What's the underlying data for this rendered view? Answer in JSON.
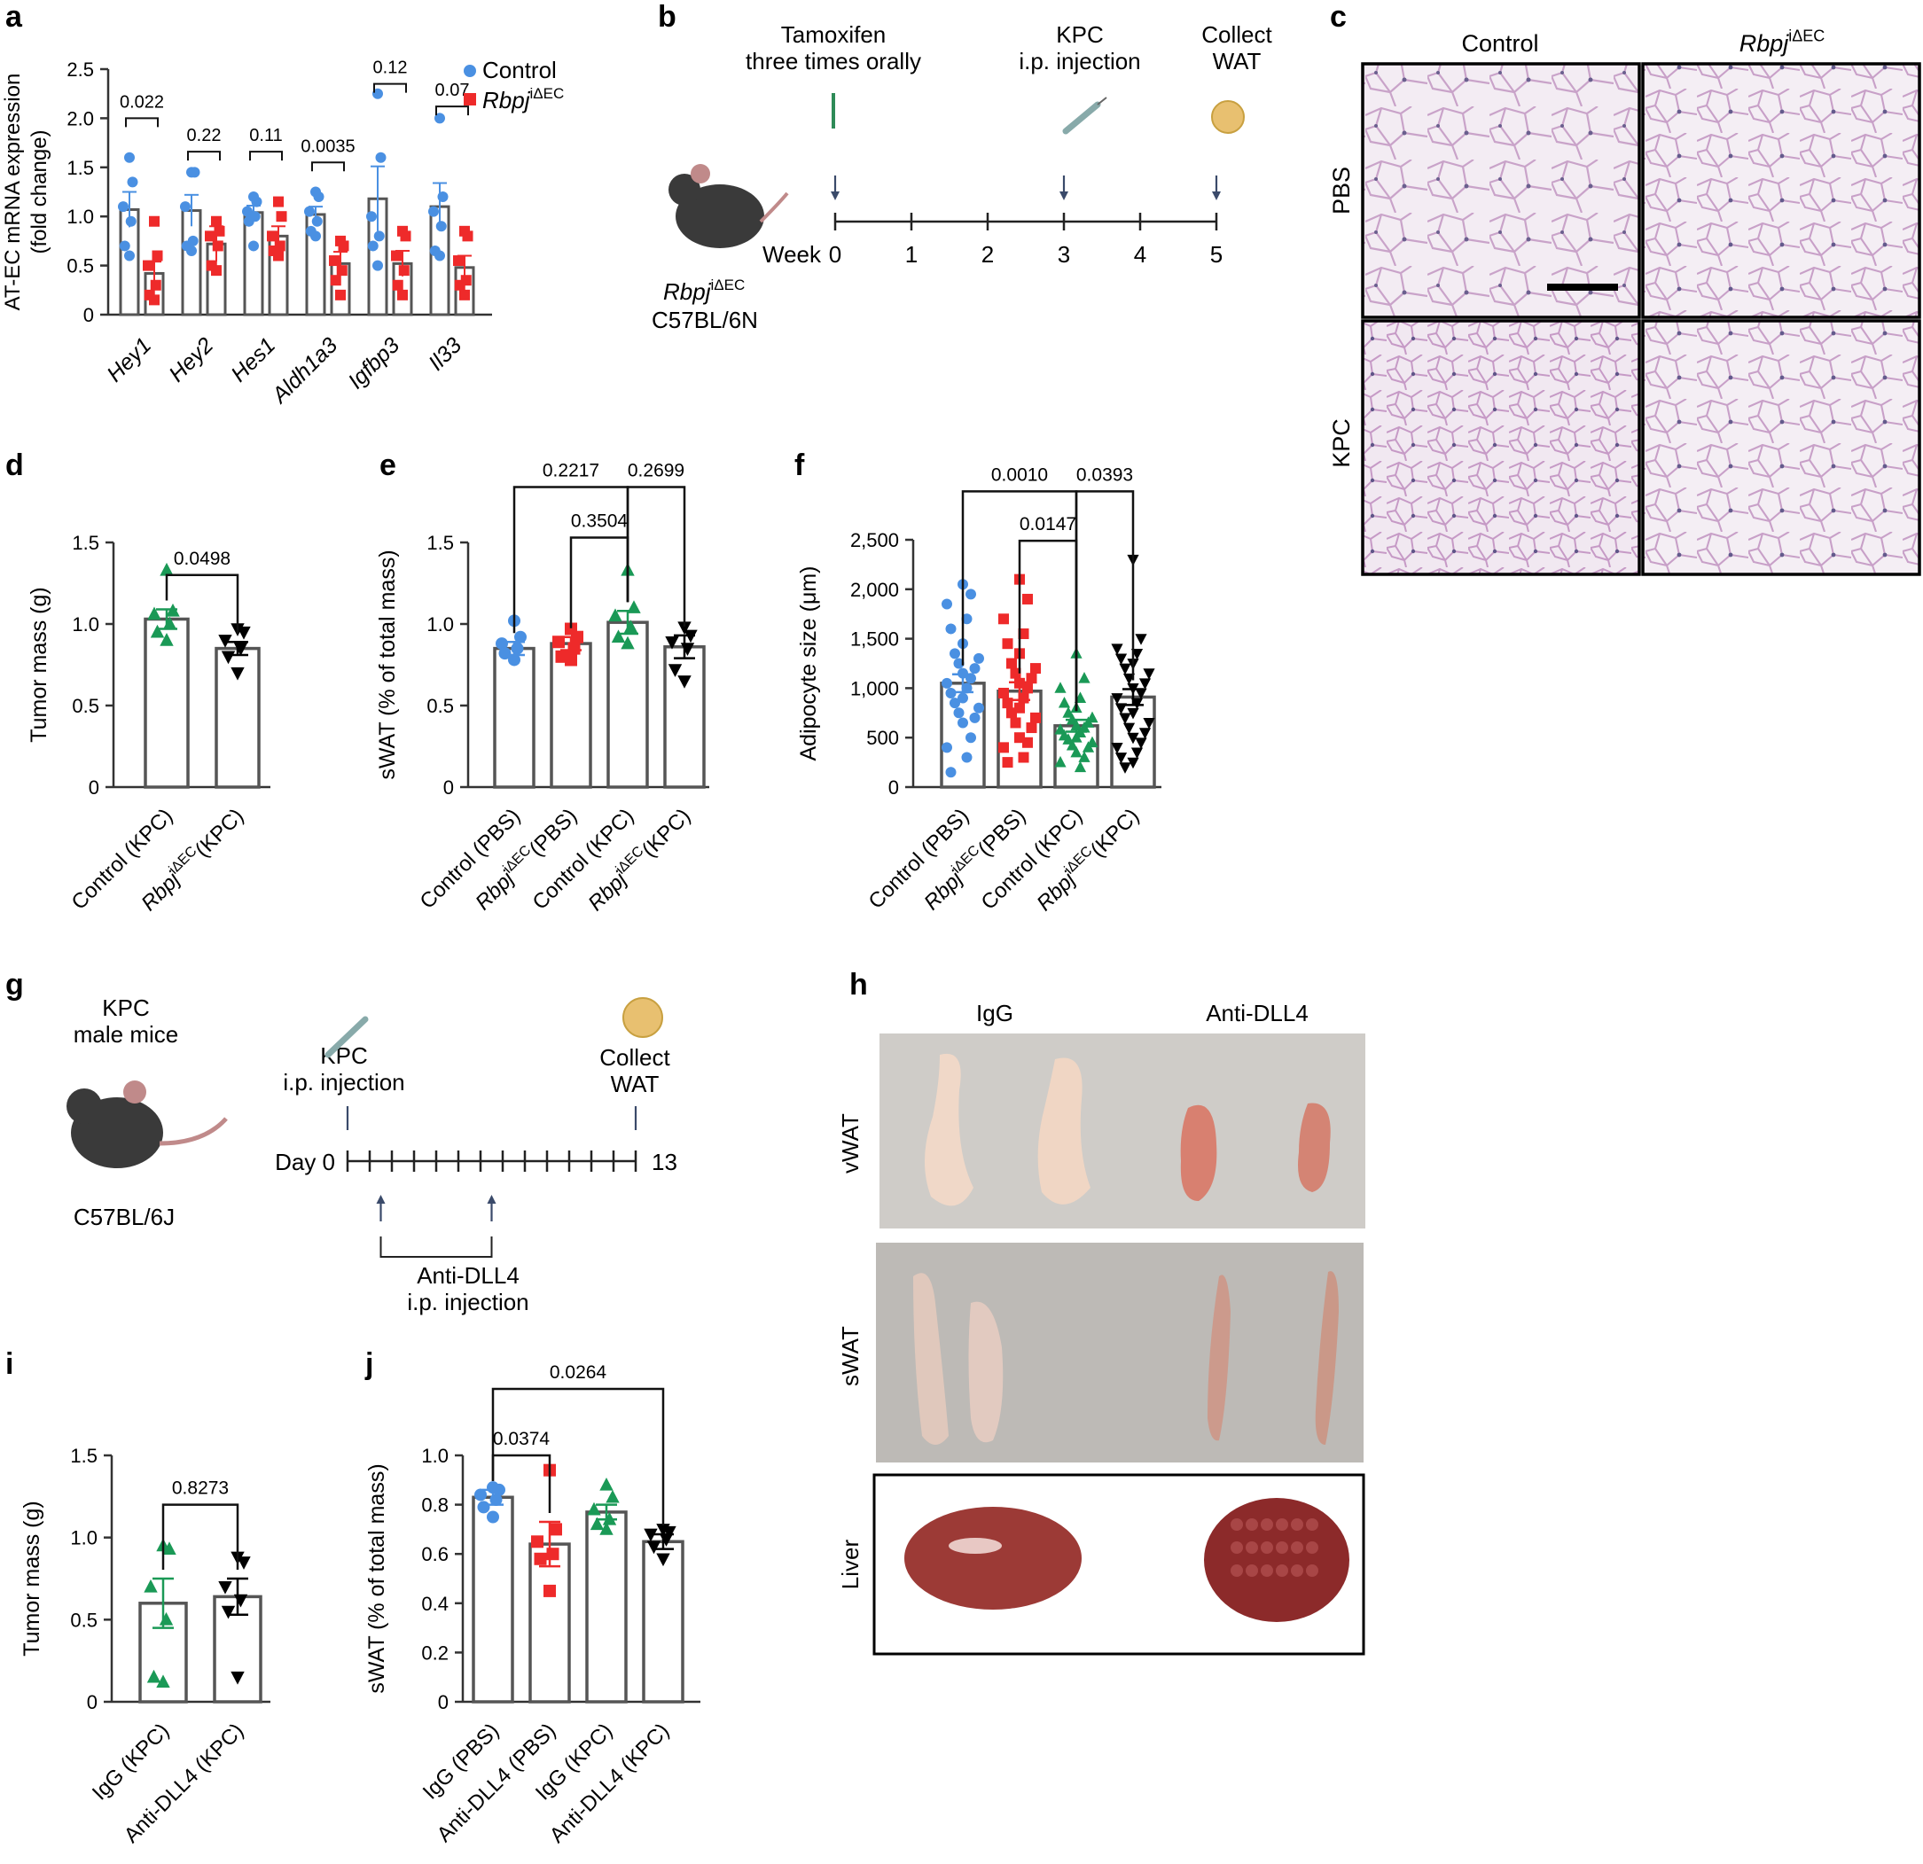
{
  "panel_letters": [
    "a",
    "b",
    "c",
    "d",
    "e",
    "f",
    "g",
    "h",
    "i",
    "j"
  ],
  "chart_data": [
    {
      "id": "a",
      "type": "bar",
      "ylabel_lines": [
        "AT-EC mRNA expression",
        "(fold change)"
      ],
      "ylim": [
        0,
        2.5
      ],
      "yticks": [
        0,
        0.5,
        1.0,
        1.5,
        2.0,
        2.5
      ],
      "yticklabels": [
        "0",
        "0.5",
        "1.0",
        "1.5",
        "2.0",
        "2.5"
      ],
      "categories": [
        "Hey1",
        "Hey2",
        "Hes1",
        "Aldh1a3",
        "Igfbp3",
        "Il33"
      ],
      "series": [
        {
          "name": "Control",
          "color": "#4a90e2",
          "marker": "circle",
          "values": [
            1.07,
            1.06,
            1.04,
            1.02,
            1.18,
            1.1
          ],
          "errors": [
            0.18,
            0.16,
            0.07,
            0.08,
            0.33,
            0.24
          ],
          "points": [
            [
              1.6,
              1.35,
              1.1,
              0.95,
              0.7,
              0.6
            ],
            [
              1.45,
              1.45,
              1.1,
              0.75,
              0.7,
              0.65
            ],
            [
              1.2,
              1.15,
              1.05,
              1.0,
              0.95,
              0.7
            ],
            [
              1.25,
              1.2,
              1.05,
              0.95,
              0.85,
              0.8
            ],
            [
              2.25,
              1.6,
              1.0,
              0.8,
              0.7,
              0.5
            ],
            [
              2.0,
              1.2,
              1.05,
              0.9,
              0.65,
              0.6
            ]
          ]
        },
        {
          "name": "Rbpj",
          "name_sup": "iΔEC",
          "color": "#ee2a2a",
          "marker": "square",
          "values": [
            0.42,
            0.72,
            0.8,
            0.52,
            0.52,
            0.48
          ],
          "errors": [
            0.12,
            0.18,
            0.1,
            0.12,
            0.13,
            0.12
          ],
          "points": [
            [
              0.95,
              0.6,
              0.5,
              0.3,
              0.2,
              0.15
            ],
            [
              0.95,
              0.85,
              0.8,
              0.7,
              0.5,
              0.45
            ],
            [
              1.15,
              1.0,
              0.8,
              0.7,
              0.65,
              0.6
            ],
            [
              0.75,
              0.7,
              0.55,
              0.45,
              0.35,
              0.2
            ],
            [
              0.85,
              0.8,
              0.6,
              0.45,
              0.3,
              0.2
            ],
            [
              0.85,
              0.8,
              0.55,
              0.35,
              0.3,
              0.2
            ]
          ]
        }
      ],
      "annotations": [
        {
          "text": "0.022",
          "cat": 0,
          "y": 2.0
        },
        {
          "text": "0.22",
          "cat": 1,
          "y": 1.66
        },
        {
          "text": "0.11",
          "cat": 2,
          "y": 1.66
        },
        {
          "text": "0.0035",
          "cat": 3,
          "y": 1.55
        },
        {
          "text": "0.12",
          "cat": 4,
          "y": 2.35
        },
        {
          "text": "0.07",
          "cat": 5,
          "y": 2.12
        }
      ]
    },
    {
      "id": "c",
      "type": "bar",
      "ylabel": "Tumor mass (g)",
      "ylim": [
        0,
        1.5
      ],
      "yticks": [
        0,
        0.5,
        1.0,
        1.5
      ],
      "yticklabels": [
        "0",
        "0.5",
        "1.0",
        "1.5"
      ],
      "categories": [
        "Control (KPC)",
        "Rbpj(KPC)"
      ],
      "bars": [
        {
          "value": 1.03,
          "error": 0.06,
          "color": "#1a9956",
          "marker": "triangle",
          "points": [
            1.33,
            1.08,
            1.06,
            1.0,
            0.95,
            0.9
          ]
        },
        {
          "value": 0.85,
          "error": 0.04,
          "color": "#000000",
          "marker": "triangle-down",
          "points": [
            0.97,
            0.95,
            0.9,
            0.85,
            0.8,
            0.7
          ]
        }
      ],
      "comparisons": [
        {
          "text": "0.0498",
          "from": 0,
          "to": 1,
          "y": 1.3
        }
      ]
    },
    {
      "id": "d",
      "type": "bar",
      "ylabel": "sWAT (% of total mass)",
      "ylim": [
        0,
        1.5
      ],
      "yticks": [
        0,
        0.5,
        1.0,
        1.5
      ],
      "yticklabels": [
        "0",
        "0.5",
        "1.0",
        "1.5"
      ],
      "categories": [
        "Control (PBS)",
        "Rbpj(PBS)",
        "Control (KPC)",
        "Rbpj(KPC)"
      ],
      "bars": [
        {
          "value": 0.85,
          "error": 0.04,
          "color": "#4a90e2",
          "marker": "circle",
          "points": [
            1.02,
            0.92,
            0.88,
            0.85,
            0.82,
            0.78
          ]
        },
        {
          "value": 0.88,
          "error": 0.04,
          "color": "#ee2a2a",
          "marker": "square",
          "points": [
            0.97,
            0.92,
            0.89,
            0.85,
            0.8,
            0.78
          ]
        },
        {
          "value": 1.01,
          "error": 0.07,
          "color": "#1a9956",
          "marker": "triangle",
          "points": [
            1.33,
            1.1,
            1.05,
            0.98,
            0.92,
            0.88
          ]
        },
        {
          "value": 0.86,
          "error": 0.07,
          "color": "#000000",
          "marker": "triangle-down",
          "points": [
            0.98,
            0.93,
            0.89,
            0.85,
            0.72,
            0.65
          ]
        }
      ],
      "comparisons": [
        {
          "text": "0.2217",
          "from": 0,
          "to": 2,
          "y": 1.84
        },
        {
          "text": "0.2699",
          "from": 2,
          "to": 3,
          "y": 1.84
        },
        {
          "text": "0.3504",
          "from": 1,
          "to": 2,
          "y": 1.53
        }
      ]
    },
    {
      "id": "e",
      "type": "bar",
      "ylabel": "Adipocyte size (μm)",
      "ylim": [
        0,
        2500
      ],
      "yticks": [
        0,
        500,
        1000,
        1500,
        2000,
        2500
      ],
      "yticklabels": [
        "0",
        "500",
        "1,000",
        "1,500",
        "2,000",
        "2,500"
      ],
      "categories": [
        "Control (PBS)",
        "Rbpj(PBS)",
        "Control (KPC)",
        "Rbpj(KPC)"
      ],
      "bars": [
        {
          "value": 1050,
          "error": 90,
          "color": "#4a90e2",
          "marker": "circle",
          "points": [
            2050,
            1950,
            1850,
            1700,
            1600,
            1450,
            1350,
            1300,
            1250,
            1200,
            1150,
            1100,
            1050,
            1000,
            950,
            900,
            850,
            800,
            750,
            700,
            650,
            500,
            400,
            300,
            150
          ]
        },
        {
          "value": 970,
          "error": 90,
          "color": "#ee2a2a",
          "marker": "square",
          "points": [
            2100,
            1900,
            1700,
            1550,
            1450,
            1350,
            1250,
            1200,
            1150,
            1100,
            1050,
            1000,
            950,
            900,
            850,
            800,
            750,
            700,
            650,
            600,
            500,
            450,
            400,
            300,
            250
          ]
        },
        {
          "value": 620,
          "error": 60,
          "color": "#1a9956",
          "marker": "triangle",
          "points": [
            1350,
            1100,
            1000,
            900,
            850,
            800,
            750,
            700,
            680,
            650,
            620,
            600,
            580,
            550,
            520,
            500,
            480,
            450,
            420,
            400,
            350,
            300,
            250,
            200
          ]
        },
        {
          "value": 910,
          "error": 80,
          "color": "#000000",
          "marker": "triangle-down",
          "points": [
            2300,
            1500,
            1400,
            1350,
            1300,
            1250,
            1200,
            1150,
            1100,
            1050,
            1000,
            950,
            900,
            850,
            800,
            750,
            700,
            650,
            600,
            550,
            500,
            450,
            400,
            350,
            300,
            250,
            200
          ]
        }
      ],
      "comparisons": [
        {
          "text": "0.0010",
          "from": 0,
          "to": 2,
          "y": 2990
        },
        {
          "text": "0.0393",
          "from": 2,
          "to": 3,
          "y": 2990
        },
        {
          "text": "0.0147",
          "from": 1,
          "to": 2,
          "y": 2490
        }
      ]
    },
    {
      "id": "h",
      "type": "bar",
      "ylabel": "Tumor mass (g)",
      "ylim": [
        0,
        1.5
      ],
      "yticks": [
        0,
        0.5,
        1.0,
        1.5
      ],
      "yticklabels": [
        "0",
        "0.5",
        "1.0",
        "1.5"
      ],
      "categories": [
        "IgG (KPC)",
        "Anti-DLL4 (KPC)"
      ],
      "bars": [
        {
          "value": 0.6,
          "error": 0.15,
          "color": "#1a9956",
          "marker": "triangle",
          "points": [
            0.95,
            0.93,
            0.7,
            0.5,
            0.15,
            0.12
          ]
        },
        {
          "value": 0.64,
          "error": 0.11,
          "color": "#000000",
          "marker": "triangle-down",
          "points": [
            0.88,
            0.85,
            0.7,
            0.62,
            0.55,
            0.15
          ]
        }
      ],
      "comparisons": [
        {
          "text": "0.8273",
          "from": 0,
          "to": 1,
          "y": 1.2
        }
      ]
    },
    {
      "id": "i",
      "type": "bar",
      "ylabel": "sWAT (% of total mass)",
      "ylim": [
        0,
        1.0
      ],
      "yticks": [
        0,
        0.2,
        0.4,
        0.6,
        0.8,
        1.0
      ],
      "yticklabels": [
        "0",
        "0.2",
        "0.4",
        "0.6",
        "0.8",
        "1.0"
      ],
      "categories": [
        "IgG (PBS)",
        "Anti-DLL4 (PBS)",
        "IgG (KPC)",
        "Anti-DLL4 (KPC)"
      ],
      "bars": [
        {
          "value": 0.83,
          "error": 0.03,
          "color": "#4a90e2",
          "marker": "circle",
          "points": [
            0.87,
            0.86,
            0.84,
            0.82,
            0.79,
            0.75
          ]
        },
        {
          "value": 0.64,
          "error": 0.09,
          "color": "#ee2a2a",
          "marker": "square",
          "points": [
            0.94,
            0.7,
            0.65,
            0.6,
            0.58,
            0.45
          ]
        },
        {
          "value": 0.77,
          "error": 0.03,
          "color": "#1a9956",
          "marker": "triangle",
          "points": [
            0.88,
            0.83,
            0.78,
            0.74,
            0.72,
            0.7
          ]
        },
        {
          "value": 0.65,
          "error": 0.03,
          "color": "#000000",
          "marker": "triangle-down",
          "points": [
            0.7,
            0.69,
            0.68,
            0.66,
            0.63,
            0.58
          ]
        }
      ],
      "comparisons": [
        {
          "text": "0.0264",
          "from": 0,
          "to": 3,
          "y": 1.27
        },
        {
          "text": "0.0374",
          "from": 0,
          "to": 1,
          "y": 1.0
        }
      ]
    }
  ],
  "panel_b": {
    "steps": [
      {
        "lines": [
          "Tamoxifen",
          "three times orally"
        ],
        "week": 0
      },
      {
        "lines": [
          "KPC",
          "i.p. injection"
        ],
        "week": 3
      },
      {
        "lines": [
          "Collect",
          "WAT"
        ],
        "week": 5
      }
    ],
    "axis_label": "Week",
    "weeks": [
      "0",
      "1",
      "2",
      "3",
      "4",
      "5"
    ],
    "mouse_label_italic": "Rbpj",
    "mouse_label_sup": "iΔEC",
    "mouse_strain": "C57BL/6N"
  },
  "panel_f": {
    "columns": [
      "Control",
      "Rbpj"
    ],
    "column_sup": "iΔEC",
    "rows": [
      "PBS",
      "KPC"
    ]
  },
  "panel_g": {
    "mouse_title_lines": [
      "KPC",
      "male mice"
    ],
    "mouse_strain": "C57BL/6J",
    "injection_lines": [
      "KPC",
      "i.p. injection"
    ],
    "collect_lines": [
      "Collect",
      "WAT"
    ],
    "day_label": "Day 0",
    "day_end": "13",
    "treatment_lines": [
      "Anti-DLL4",
      "i.p. injection"
    ]
  },
  "panel_j": {
    "columns": [
      "IgG",
      "Anti-DLL4"
    ],
    "rows": [
      "vWAT",
      "sWAT",
      "Liver"
    ]
  },
  "colors": {
    "control": "#4a90e2",
    "rbpj": "#ee2a2a",
    "kpc": "#1a9956",
    "black": "#000000"
  }
}
